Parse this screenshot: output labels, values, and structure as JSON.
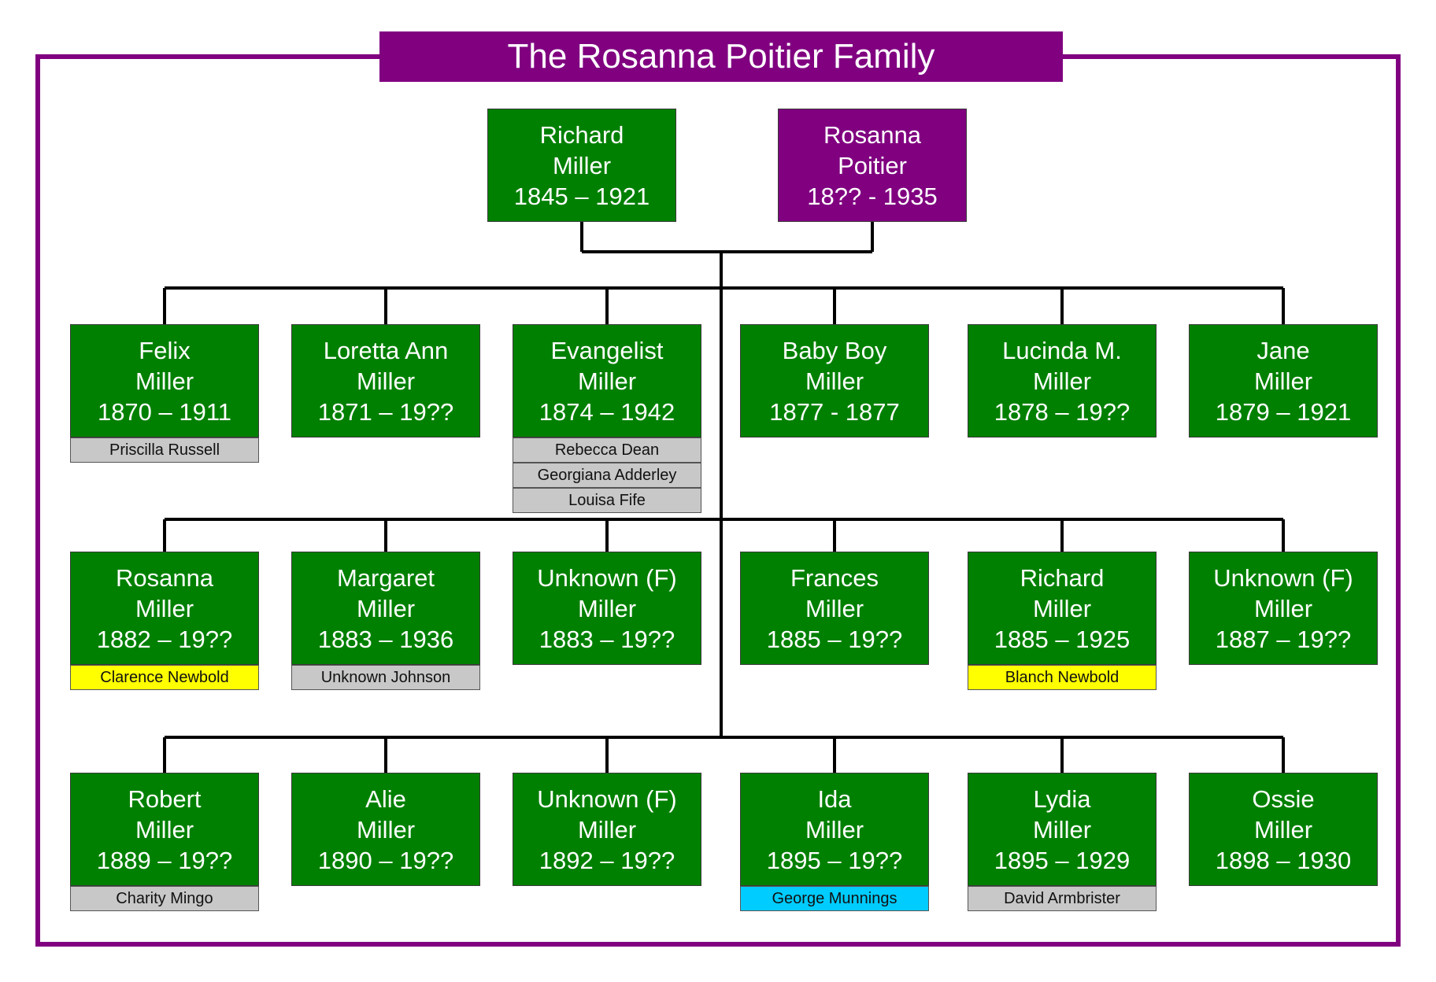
{
  "title": "The Rosanna Poitier Family",
  "colors": {
    "frame": "#800080",
    "male_line": "#008000",
    "female_line": "#800080",
    "spouse_grey": "#c8c8c8",
    "spouse_yellow": "#ffff00",
    "spouse_cyan": "#00ccff"
  },
  "parents": [
    {
      "first": "Richard",
      "last": "Miller",
      "years": "1845 – 1921",
      "color": "#008000"
    },
    {
      "first": "Rosanna",
      "last": "Poitier",
      "years": "18?? - 1935",
      "color": "#800080"
    }
  ],
  "children": [
    {
      "first": "Felix",
      "last": "Miller",
      "years": "1870 – 1911",
      "spouses": [
        {
          "name": "Priscilla Russell",
          "color": "#c8c8c8"
        }
      ]
    },
    {
      "first": "Loretta Ann",
      "last": "Miller",
      "years": "1871 – 19??",
      "spouses": []
    },
    {
      "first": "Evangelist",
      "last": "Miller",
      "years": "1874 – 1942",
      "spouses": [
        {
          "name": "Rebecca Dean",
          "color": "#c8c8c8"
        },
        {
          "name": "Georgiana Adderley",
          "color": "#c8c8c8"
        },
        {
          "name": "Louisa Fife",
          "color": "#c8c8c8"
        }
      ]
    },
    {
      "first": "Baby Boy",
      "last": "Miller",
      "years": "1877 - 1877",
      "spouses": []
    },
    {
      "first": "Lucinda M.",
      "last": "Miller",
      "years": "1878 – 19??",
      "spouses": []
    },
    {
      "first": "Jane",
      "last": "Miller",
      "years": "1879 – 1921",
      "spouses": []
    },
    {
      "first": "Rosanna",
      "last": "Miller",
      "years": "1882 – 19??",
      "spouses": [
        {
          "name": "Clarence Newbold",
          "color": "#ffff00"
        }
      ]
    },
    {
      "first": "Margaret",
      "last": "Miller",
      "years": "1883 – 1936",
      "spouses": [
        {
          "name": "Unknown Johnson",
          "color": "#c8c8c8"
        }
      ]
    },
    {
      "first": "Unknown (F)",
      "last": "Miller",
      "years": "1883 – 19??",
      "spouses": []
    },
    {
      "first": "Frances",
      "last": "Miller",
      "years": "1885 – 19??",
      "spouses": []
    },
    {
      "first": "Richard",
      "last": "Miller",
      "years": "1885 – 1925",
      "spouses": [
        {
          "name": "Blanch Newbold",
          "color": "#ffff00"
        }
      ]
    },
    {
      "first": "Unknown (F)",
      "last": "Miller",
      "years": "1887 – 19??",
      "spouses": []
    },
    {
      "first": "Robert",
      "last": "Miller",
      "years": "1889 – 19??",
      "spouses": [
        {
          "name": "Charity Mingo",
          "color": "#c8c8c8"
        }
      ]
    },
    {
      "first": "Alie",
      "last": "Miller",
      "years": "1890 – 19??",
      "spouses": []
    },
    {
      "first": "Unknown (F)",
      "last": "Miller",
      "years": "1892 – 19??",
      "spouses": []
    },
    {
      "first": "Ida",
      "last": "Miller",
      "years": "1895 – 19??",
      "spouses": [
        {
          "name": "George Munnings",
          "color": "#00ccff"
        }
      ]
    },
    {
      "first": "Lydia",
      "last": "Miller",
      "years": "1895 – 1929",
      "spouses": [
        {
          "name": "David Armbrister",
          "color": "#c8c8c8"
        }
      ]
    },
    {
      "first": "Ossie",
      "last": "Miller",
      "years": "1898 – 1930",
      "spouses": []
    }
  ]
}
